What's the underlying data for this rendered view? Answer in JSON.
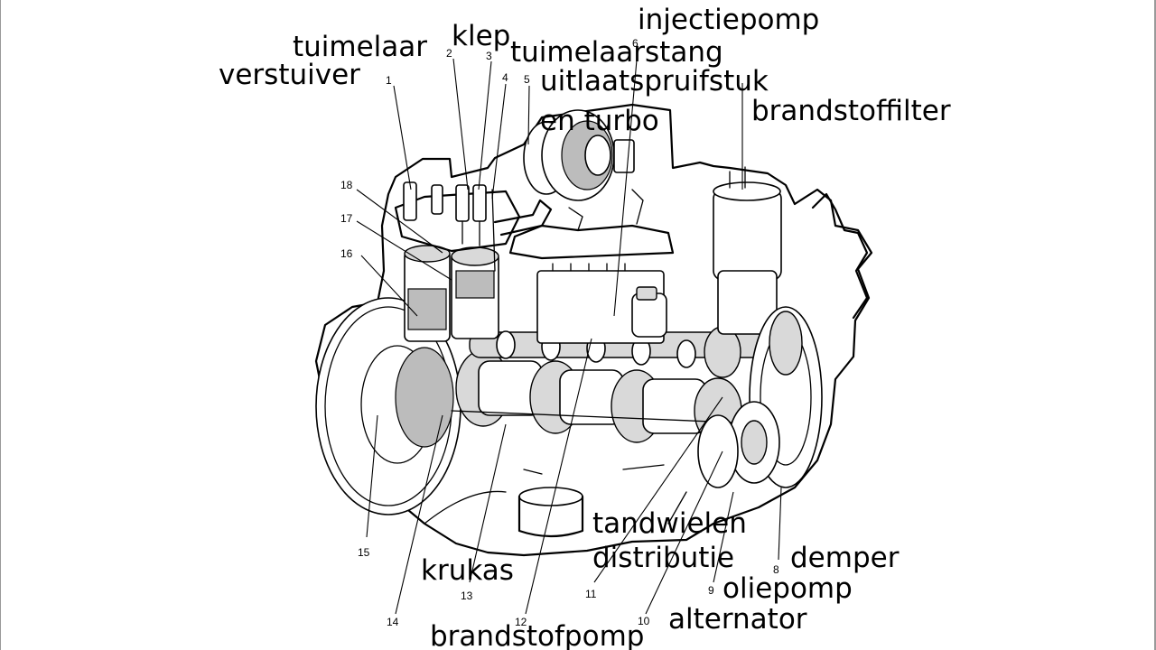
{
  "labels": {
    "injectiepomp": "injectiepomp",
    "klep": "klep",
    "tuimelaar": "tuimelaar",
    "tuimelaarstang": "tuimelaarstang",
    "verstuiver": "verstuiver",
    "uitlaatspruitstuk": "uitlaatspruifstuk",
    "en_turbo": "en turbo",
    "brandstoffilter": "brandstoffilter",
    "tandwielen": "tandwielen",
    "distributie": "distributie",
    "demper": "demper",
    "oliepomp": "oliepomp",
    "alternator": "alternator",
    "krukas": "krukas",
    "brandstofpomp": "brandstofpomp"
  },
  "numbers": [
    "1",
    "2",
    "3",
    "4",
    "5",
    "6",
    "8",
    "9",
    "10",
    "11",
    "12",
    "13",
    "14",
    "15",
    "16",
    "17",
    "18"
  ]
}
